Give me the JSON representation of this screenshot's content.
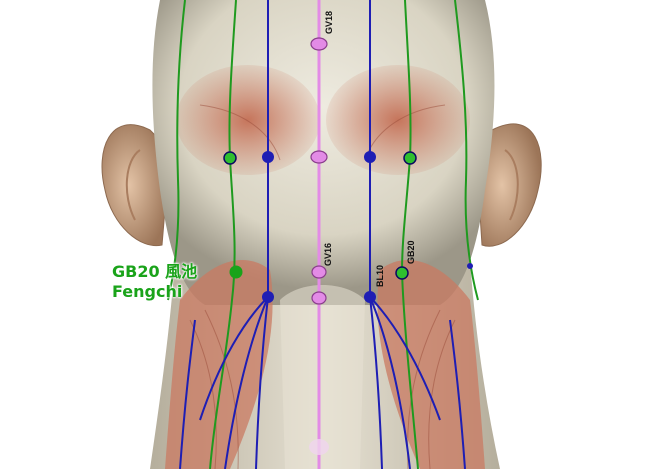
{
  "illustration": {
    "subject": "posterior-head-neck-acupoint-map",
    "colors": {
      "skin": "#e2ddce",
      "muscle": "#c97a62",
      "ear": "#c9a184",
      "governing_vessel": "#e38be6",
      "bladder_meridian": "#1e1eb4",
      "gallbladder_meridian": "#1f9a1f"
    }
  },
  "point_labels": {
    "gv18": "GV18",
    "gv16": "GV16",
    "bl10": "BL10",
    "gb20": "GB20"
  },
  "legend": {
    "code": "GB20",
    "chinese": "風池",
    "pinyin": "Fengchi",
    "marker_color": "#1aa31a"
  }
}
